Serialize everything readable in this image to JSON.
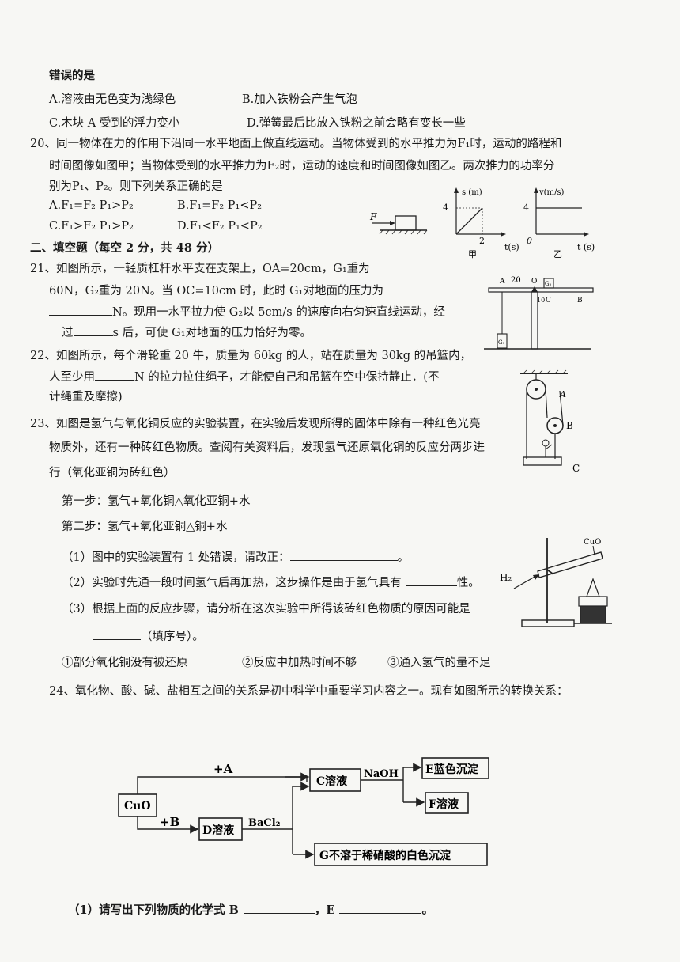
{
  "q19": {
    "stem_tail": "错误的是",
    "options": {
      "A": "A.溶液由无色变为浅绿色",
      "B": "B.加入铁粉会产生气泡",
      "C": "C.木块 A 受到的浮力变小",
      "D": "D.弹簧最后比放入铁粉之前会略有变长一些"
    }
  },
  "q20": {
    "line1": "20、同一物体在力的作用下沿同一水平地面上做直线运动。当物体受到的水平推力为F₁时，运动的路程和",
    "line2": "时间图像如图甲；当物体受到的水平推力为F₂时，运动的速度和时间图像如图乙。两次推力的功率分",
    "line3": "别为P₁、P₂。则下列关系正确的是",
    "options": {
      "A": "A.F₁=F₂   P₁>P₂",
      "B": "B.F₁=F₂   P₁<P₂",
      "C": "C.F₁>F₂   P₁>P₂",
      "D": "D.F₁<F₂   P₁<P₂"
    },
    "figure": {
      "force_label": "F",
      "jia": {
        "y_label": "s (m)",
        "x_label": "t(s)",
        "y_tick": "4",
        "x_tick": "2",
        "caption": "甲"
      },
      "yi": {
        "y_label": "v(m/s)",
        "x_label": "t (s)",
        "y_tick": "4",
        "origin": "0",
        "caption": "乙"
      }
    }
  },
  "section2": {
    "title": "二、填空题（每空 2 分，共 48 分）"
  },
  "q21": {
    "line1": "21、如图所示，一轻质杠杆水平支在支架上，OA=20cm，G₁重为",
    "line2": "60N，G₂重为 20N。当 OC=10cm 时，此时 G₁对地面的压力为",
    "line3_after": "N。现用一水平拉力使 G₂以 5cm/s 的速度向右匀速直线运动，经",
    "line4_pre": "过",
    "line4_post": "s 后，可使 G₁对地面的压力恰好为零。",
    "figure": {
      "A": "A",
      "twenty": "20",
      "O": "O",
      "ten": "10",
      "C": "C",
      "B": "B",
      "G1": "G₁",
      "G2": "G₂"
    }
  },
  "q22": {
    "line1": "22、如图所示，每个滑轮重 20 牛，质量为 60kg 的人，站在质量为 30kg 的吊篮内，",
    "line2_pre": "人至少用",
    "line2_post": "N 的拉力拉住绳子，才能使自己和吊篮在空中保持静止．(不",
    "line3": "计绳重及摩擦)",
    "figure": {
      "A": "A",
      "B": "B",
      "C": "C"
    }
  },
  "q23": {
    "line1": "23、如图是氢气与氧化铜反应的实验装置，在实验后发现所得的固体中除有一种红色光亮",
    "line2": "物质外，还有一种砖红色物质。查阅有关资料后，发现氢气还原氧化铜的反应分两步进",
    "line3": "行（氧化亚铜为砖红色）",
    "step1": "第一步：氢气+氧化铜△氧化亚铜+水",
    "step2": "第二步：氢气+氧化亚铜△铜+水",
    "sub1_pre": "（1）图中的实验装置有 1 处错误，请改正：",
    "sub1_post": "。",
    "sub2_pre": "（2）实验时先通一段时间氢气后再加热，这步操作是由于氢气具有",
    "sub2_post": "性。",
    "sub3": "（3）根据上面的反应步骤，请分析在这次实验中所得该砖红色物质的原因可能是",
    "sub3_post": "（填序号）。",
    "choices": [
      "①部分氧化铜没有被还原",
      "②反应中加热时间不够",
      "③通入氢气的量不足"
    ],
    "figure": {
      "H2": "H₂",
      "CuO": "CuO"
    }
  },
  "q24": {
    "line1": "24、氧化物、酸、碱、盐相互之间的关系是初中科学中重要学习内容之一。现有如图所示的转换关系：",
    "diagram": {
      "cuo": "CuO",
      "plus_a": "+A",
      "plus_b": "+B",
      "c": "C溶液",
      "d": "D溶液",
      "naoh": "NaOH",
      "bacl2": "BaCl₂",
      "e": "E蓝色沉淀",
      "f": "F溶液",
      "g": "G不溶于稀硝酸的白色沉淀"
    },
    "sub1_pre": "（1）请写出下列物质的化学式 B",
    "sub1_mid": "，E",
    "sub1_post": "。"
  }
}
